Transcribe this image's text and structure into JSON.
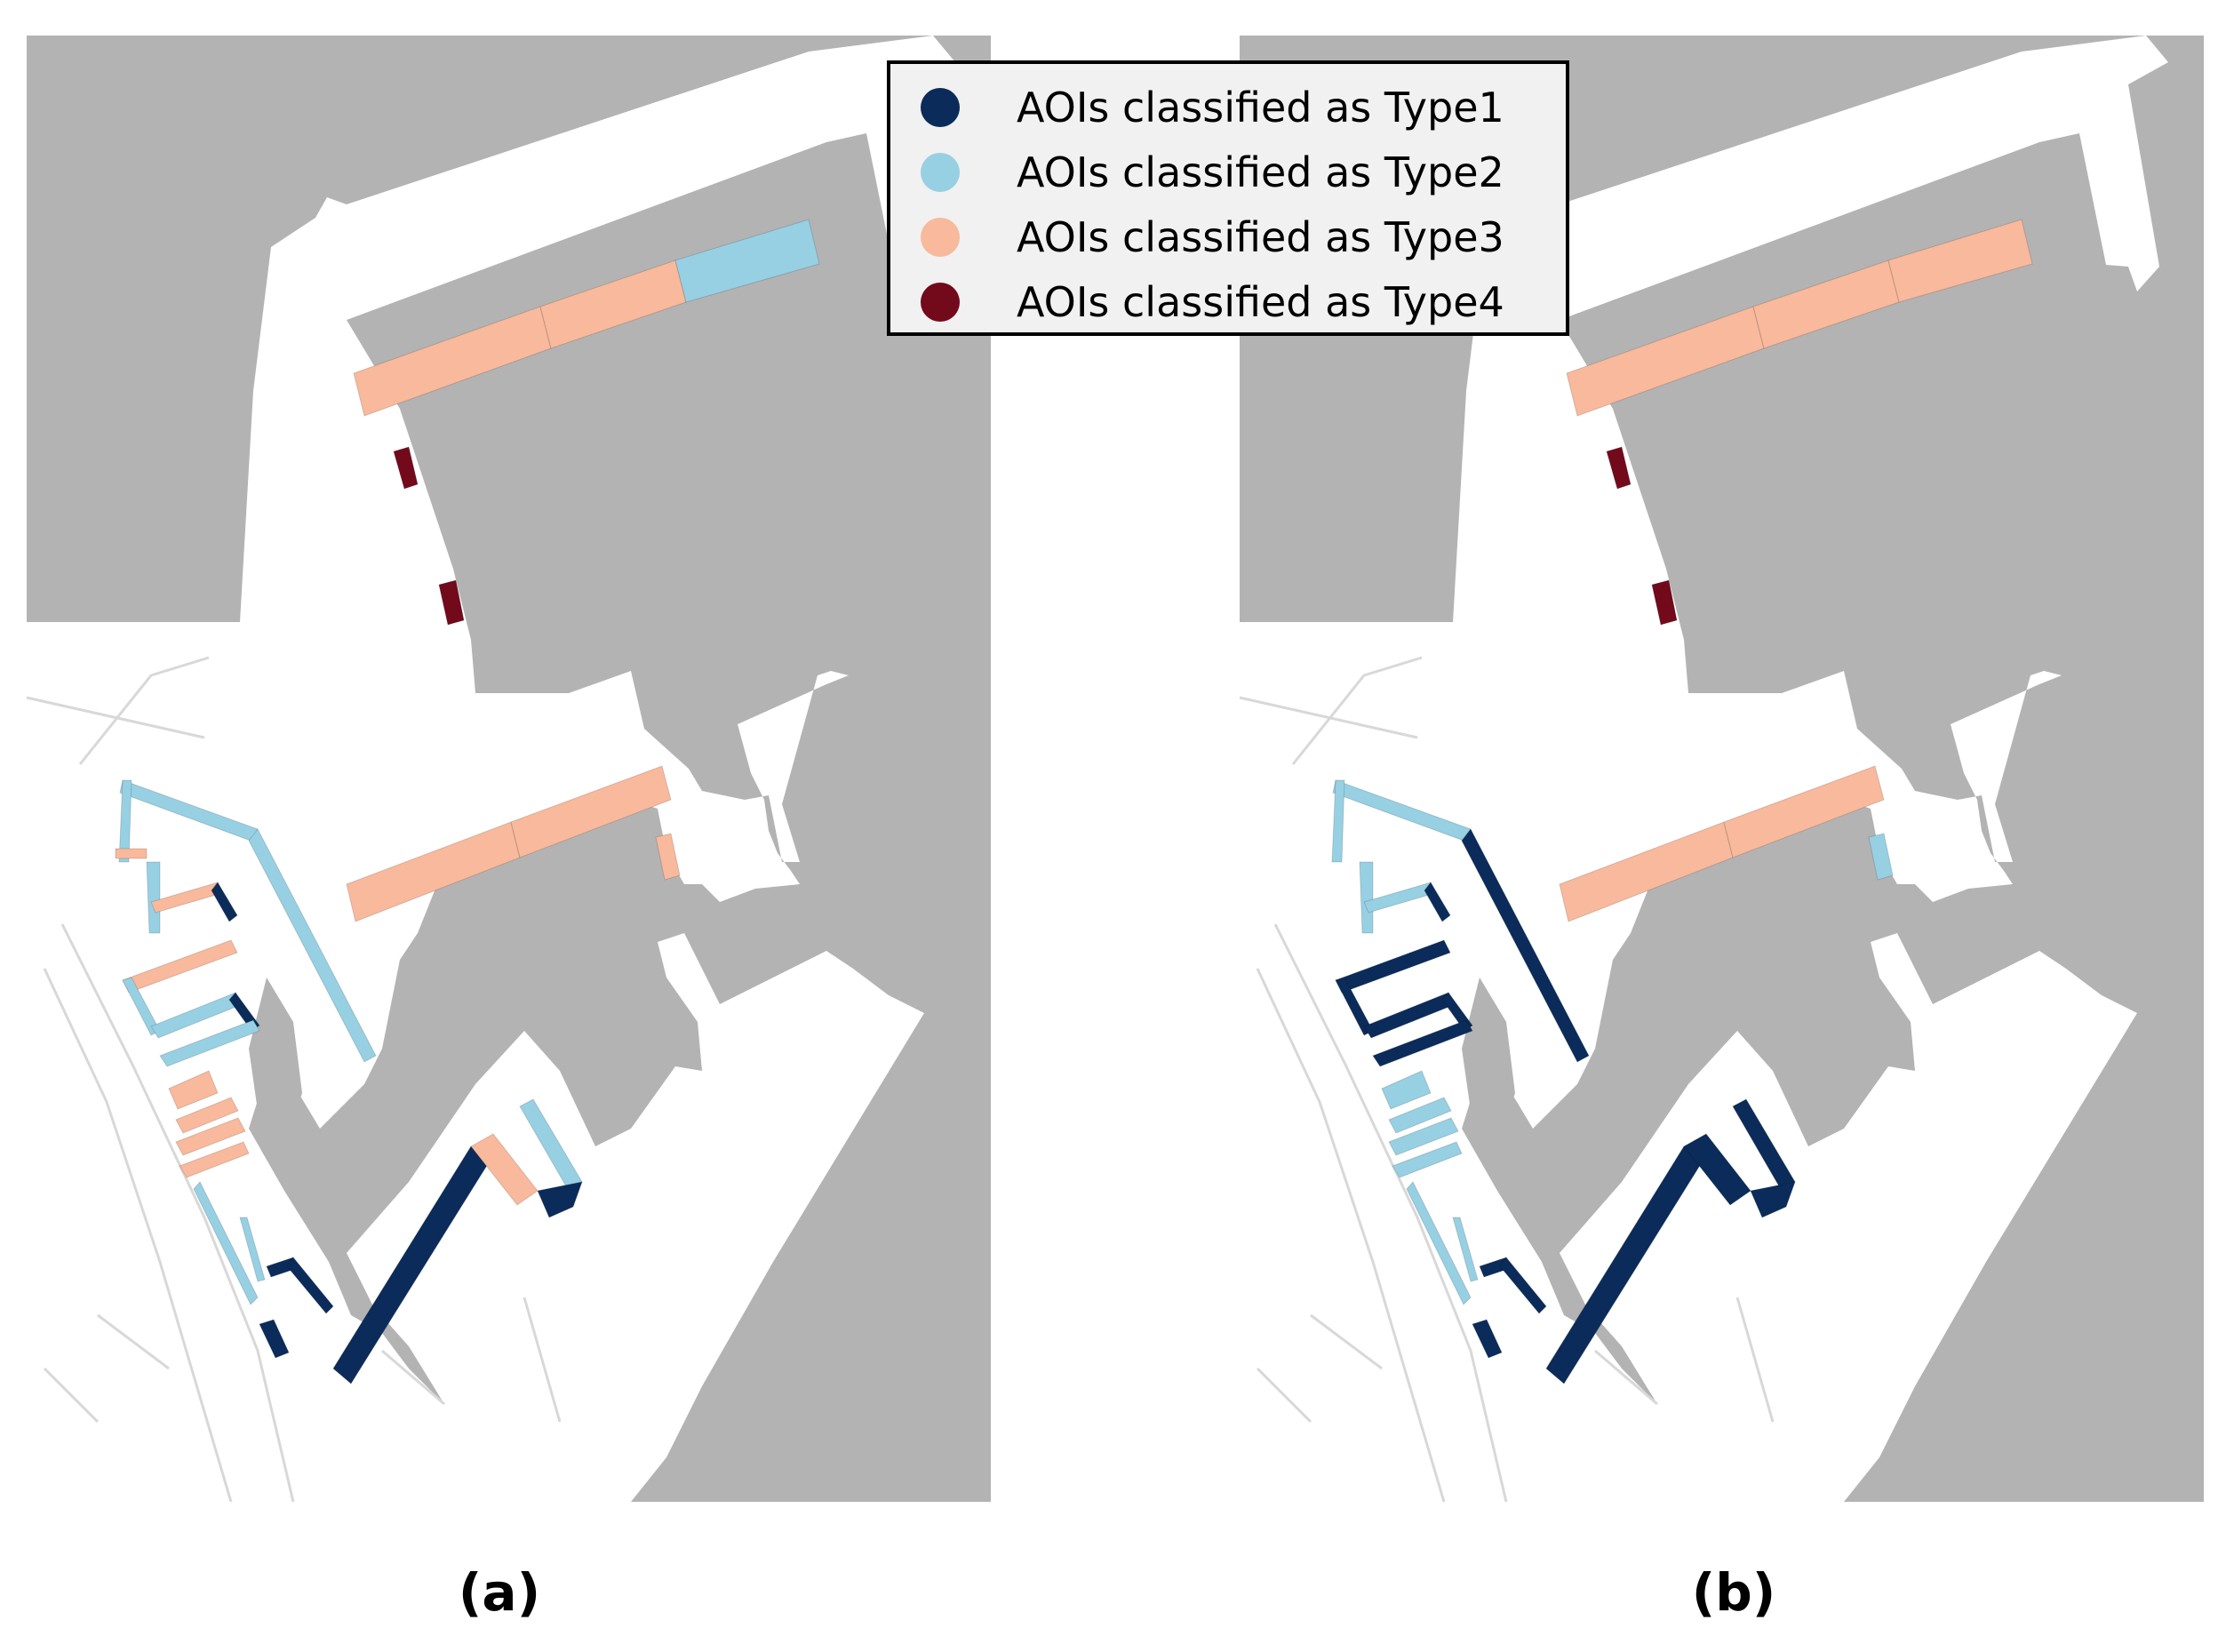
{
  "colors": {
    "water": "#b3b3b3",
    "land": "#ffffff",
    "type1": "#0b2c5a",
    "type2": "#97d0e3",
    "type3": "#f8b99c",
    "type4": "#720a1c"
  },
  "legend": [
    {
      "label": "AOIs classified as Type1",
      "color": "#0b2c5a"
    },
    {
      "label": "AOIs classified as Type2",
      "color": "#97d0e3"
    },
    {
      "label": "AOIs classified as Type3",
      "color": "#f8b99c"
    },
    {
      "label": "AOIs classified as Type4",
      "color": "#720a1c"
    }
  ],
  "panels": [
    {
      "label": "(a)",
      "aois": [
        {
          "id": "north-quay-seg-1",
          "type": 3
        },
        {
          "id": "north-quay-seg-2",
          "type": 3
        },
        {
          "id": "north-quay-seg-3",
          "type": 2
        },
        {
          "id": "north-berth-1",
          "type": 4
        },
        {
          "id": "north-berth-2",
          "type": 4
        },
        {
          "id": "middle-pier-seg-1",
          "type": 3
        },
        {
          "id": "middle-pier-seg-2",
          "type": 3
        },
        {
          "id": "middle-pier-end",
          "type": 3
        },
        {
          "id": "west-quay-top",
          "type": 2
        },
        {
          "id": "west-quay-left",
          "type": 2
        },
        {
          "id": "west-quay-step",
          "type": 3
        },
        {
          "id": "long-diagonal-quay",
          "type": 2
        },
        {
          "id": "finger-1-left",
          "type": 2
        },
        {
          "id": "finger-1-top",
          "type": 3
        },
        {
          "id": "finger-1-tip",
          "type": 1
        },
        {
          "id": "finger-2-bottom",
          "type": 3
        },
        {
          "id": "finger-2-left",
          "type": 2
        },
        {
          "id": "finger-3-top",
          "type": 2
        },
        {
          "id": "finger-3-tip",
          "type": 1
        },
        {
          "id": "finger-3-bottom",
          "type": 2
        },
        {
          "id": "small-finger-1",
          "type": 3
        },
        {
          "id": "small-finger-2",
          "type": 3
        },
        {
          "id": "small-finger-3",
          "type": 3
        },
        {
          "id": "small-finger-4",
          "type": 3
        },
        {
          "id": "lower-diagonal-quay",
          "type": 2
        },
        {
          "id": "lower-inner-quay",
          "type": 2
        },
        {
          "id": "lower-step-1",
          "type": 1
        },
        {
          "id": "lower-step-2",
          "type": 1
        },
        {
          "id": "lower-step-3",
          "type": 1
        },
        {
          "id": "south-long-quay",
          "type": 1
        },
        {
          "id": "basin-corner",
          "type": 3
        },
        {
          "id": "basin-east-side",
          "type": 2
        },
        {
          "id": "basin-tip",
          "type": 1
        }
      ]
    },
    {
      "label": "(b)",
      "aois": [
        {
          "id": "north-quay-seg-1",
          "type": 3
        },
        {
          "id": "north-quay-seg-2",
          "type": 3
        },
        {
          "id": "north-quay-seg-3",
          "type": 3
        },
        {
          "id": "north-berth-1",
          "type": 4
        },
        {
          "id": "north-berth-2",
          "type": 4
        },
        {
          "id": "middle-pier-seg-1",
          "type": 3
        },
        {
          "id": "middle-pier-seg-2",
          "type": 3
        },
        {
          "id": "middle-pier-end",
          "type": 2
        },
        {
          "id": "west-quay-top",
          "type": 2
        },
        {
          "id": "west-quay-left",
          "type": 2
        },
        {
          "id": "long-diagonal-quay",
          "type": 1
        },
        {
          "id": "finger-1-left",
          "type": 2
        },
        {
          "id": "finger-1-top",
          "type": 2
        },
        {
          "id": "finger-1-tip",
          "type": 1
        },
        {
          "id": "finger-2-bottom",
          "type": 1
        },
        {
          "id": "finger-2-left",
          "type": 1
        },
        {
          "id": "finger-3-top",
          "type": 1
        },
        {
          "id": "finger-3-tip",
          "type": 1
        },
        {
          "id": "finger-3-bottom",
          "type": 1
        },
        {
          "id": "small-finger-1",
          "type": 2
        },
        {
          "id": "small-finger-2",
          "type": 2
        },
        {
          "id": "small-finger-3",
          "type": 2
        },
        {
          "id": "small-finger-4",
          "type": 2
        },
        {
          "id": "lower-diagonal-quay",
          "type": 2
        },
        {
          "id": "lower-inner-quay",
          "type": 2
        },
        {
          "id": "lower-step-1",
          "type": 1
        },
        {
          "id": "lower-step-2",
          "type": 1
        },
        {
          "id": "lower-step-3",
          "type": 1
        },
        {
          "id": "south-long-quay",
          "type": 1
        },
        {
          "id": "basin-corner",
          "type": 1
        },
        {
          "id": "basin-east-side",
          "type": 1
        },
        {
          "id": "basin-tip",
          "type": 1
        }
      ]
    }
  ]
}
